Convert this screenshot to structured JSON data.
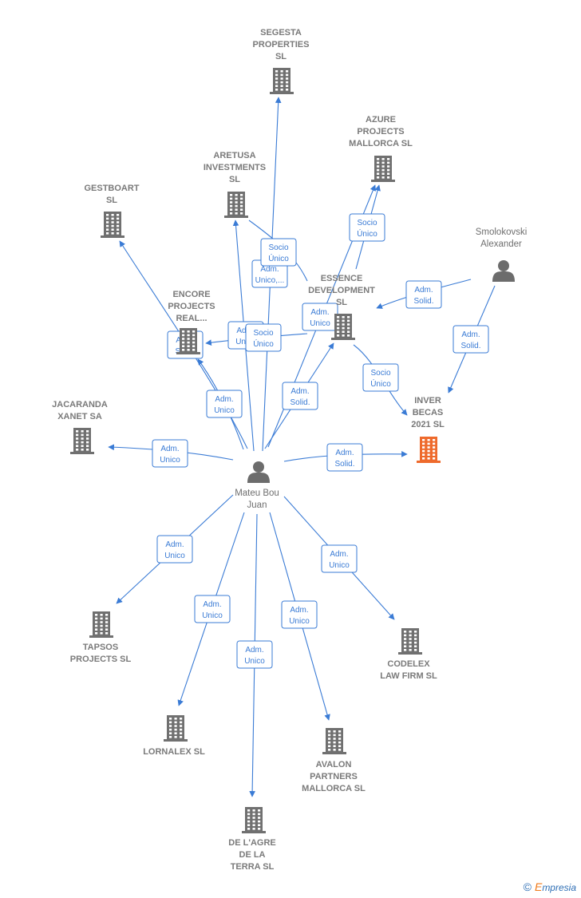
{
  "colors": {
    "edge": "#3a7bd5",
    "building": "#707070",
    "building_focus": "#ee6a2c",
    "person": "#6c6c6c"
  },
  "nodes": [
    {
      "id": "segesta",
      "type": "company",
      "label": [
        "SEGESTA",
        "PROPERTIES",
        "SL"
      ]
    },
    {
      "id": "azure",
      "type": "company",
      "label": [
        "AZURE",
        "PROJECTS",
        "MALLORCA  SL"
      ]
    },
    {
      "id": "aretusa",
      "type": "company",
      "label": [
        "ARETUSA",
        "INVESTMENTS",
        "SL"
      ]
    },
    {
      "id": "gestboart",
      "type": "company",
      "label": [
        "GESTBOART",
        "SL"
      ]
    },
    {
      "id": "smolokovski",
      "type": "person",
      "label": [
        "Smolokovski",
        "Alexander"
      ]
    },
    {
      "id": "essence",
      "type": "company",
      "label": [
        "ESSENCE",
        "DEVELOPMENT",
        "SL"
      ]
    },
    {
      "id": "encore",
      "type": "company",
      "label": [
        "ENCORE",
        "PROJECTS",
        "REAL..."
      ]
    },
    {
      "id": "inver",
      "type": "company",
      "focus": true,
      "label": [
        "INVER",
        "BECAS",
        "2021  SL"
      ]
    },
    {
      "id": "jacaranda",
      "type": "company",
      "label": [
        "JACARANDA",
        "XANET SA"
      ]
    },
    {
      "id": "mateu",
      "type": "person",
      "label": [
        "Mateu Bou",
        "Juan"
      ]
    },
    {
      "id": "tapsos",
      "type": "company",
      "label": [
        "TAPSOS",
        "PROJECTS  SL"
      ]
    },
    {
      "id": "codelex",
      "type": "company",
      "label": [
        "CODELEX",
        "LAW FIRM SL"
      ]
    },
    {
      "id": "lornalex",
      "type": "company",
      "label": [
        "LORNALEX SL"
      ]
    },
    {
      "id": "avalon",
      "type": "company",
      "label": [
        "AVALON",
        "PARTNERS",
        "MALLORCA  SL"
      ]
    },
    {
      "id": "deagre",
      "type": "company",
      "label": [
        "DE L'AGRE",
        "DE LA",
        "TERRA SL"
      ]
    }
  ],
  "edges": [
    {
      "id": "mateu-segesta",
      "label": [
        "Adm.",
        "Unico,..."
      ]
    },
    {
      "id": "mateu-aretusa",
      "label": [
        "Adm.",
        "Unico"
      ]
    },
    {
      "id": "aretusa-socio",
      "label": [
        "Socio",
        "Único"
      ]
    },
    {
      "id": "mateu-essence",
      "label": [
        "Adm.",
        "Solid."
      ]
    },
    {
      "id": "mateu-azure",
      "label": [
        "Adm.",
        "Unico"
      ]
    },
    {
      "id": "essence-azure",
      "label": [
        "Socio",
        "Único"
      ]
    },
    {
      "id": "smol-essence",
      "label": [
        "Adm.",
        "Solid."
      ]
    },
    {
      "id": "smol-inver",
      "label": [
        "Adm.",
        "Solid."
      ]
    },
    {
      "id": "essence-inver",
      "label": [
        "Socio",
        "Único"
      ]
    },
    {
      "id": "essence-encore",
      "label": [
        "Socio",
        "Único"
      ]
    },
    {
      "id": "mateu-gestboart",
      "label": [
        "Adm.",
        "Unico"
      ]
    },
    {
      "id": "mateu-encore",
      "label": [
        "Adm.",
        "Solid."
      ]
    },
    {
      "id": "mateu-jacaranda",
      "label": [
        "Adm.",
        "Unico"
      ]
    },
    {
      "id": "mateu-inver",
      "label": [
        "Adm.",
        "Solid."
      ]
    },
    {
      "id": "mateu-tapsos",
      "label": [
        "Adm.",
        "Unico"
      ]
    },
    {
      "id": "mateu-codelex",
      "label": [
        "Adm.",
        "Unico"
      ]
    },
    {
      "id": "mateu-lornalex",
      "label": [
        "Adm.",
        "Unico"
      ]
    },
    {
      "id": "mateu-avalon",
      "label": [
        "Adm.",
        "Unico"
      ]
    },
    {
      "id": "mateu-deagre",
      "label": [
        "Adm.",
        "Unico"
      ]
    }
  ],
  "brand": {
    "copyright": "©",
    "name": "Empresia"
  }
}
